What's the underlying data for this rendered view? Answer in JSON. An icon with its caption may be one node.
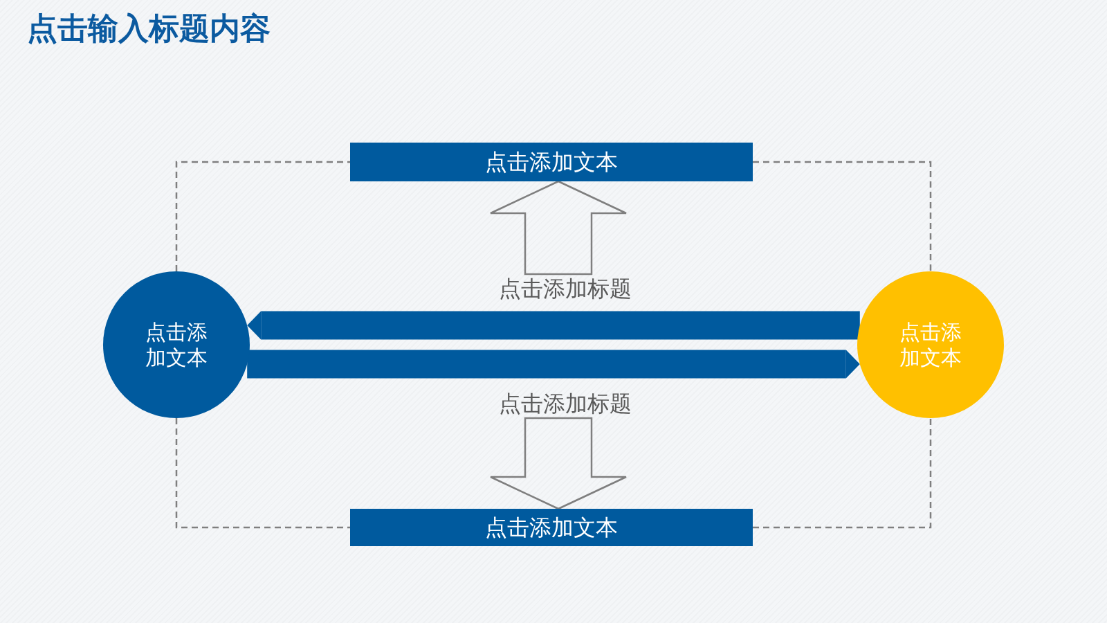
{
  "diagram": {
    "title": "点击输入标题内容",
    "nodes": [
      {
        "text": [
          "点击添加文本"
        ]
      },
      {
        "text": [
          "点击添加文本"
        ]
      },
      {
        "text": [
          "点击添加文本"
        ]
      },
      {
        "text": [
          "点击添加文本"
        ]
      },
      {
        "text": [
          "点击添加标题"
        ]
      },
      {
        "text": [
          "点击添加标题"
        ]
      }
    ],
    "edges": [
      {
        "from": 1,
        "to": 0,
        "arrow": "none",
        "style": "dashed"
      },
      {
        "from": 0,
        "to": 2,
        "arrow": "none",
        "style": "dashed"
      },
      {
        "from": 1,
        "to": 3,
        "arrow": "none",
        "style": "dashed"
      },
      {
        "from": 3,
        "to": 2,
        "arrow": "none",
        "style": "dashed"
      },
      {
        "from": 2,
        "to": 1,
        "arrow": "to",
        "style": "thick",
        "color": "#005a9e"
      },
      {
        "from": 1,
        "to": 2,
        "arrow": "to",
        "style": "thick",
        "color": "#005a9e"
      },
      {
        "from": 4,
        "to": 0,
        "arrow": "to",
        "style": "thick"
      },
      {
        "from": 5,
        "to": 3,
        "arrow": "to",
        "style": "thick"
      }
    ]
  }
}
